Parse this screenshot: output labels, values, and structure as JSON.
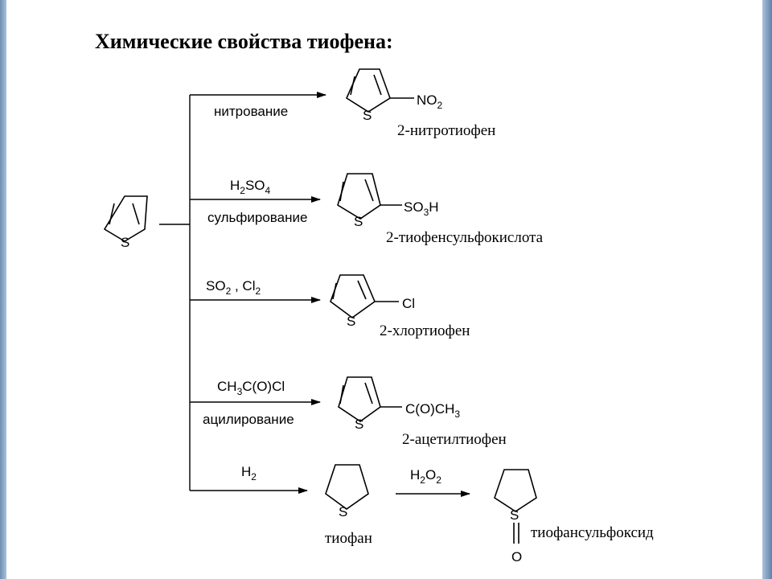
{
  "title": "Химические свойства тиофена:",
  "atoms": {
    "sulfur": "S",
    "oxygen": "O"
  },
  "reactions": [
    {
      "conditions_above": "нитрование",
      "product": {
        "substituent": [
          [
            "NO",
            ""
          ],
          [
            "2",
            "sub"
          ]
        ],
        "name": "2-нитротиофен"
      }
    },
    {
      "conditions_above": [
        [
          "H",
          ""
        ],
        [
          "2",
          "sub"
        ],
        [
          "SO",
          ""
        ],
        [
          "4",
          "sub"
        ]
      ],
      "conditions_below": "сульфирование",
      "product": {
        "substituent": [
          [
            "SO",
            ""
          ],
          [
            "3",
            "sub"
          ],
          [
            "H",
            ""
          ]
        ],
        "name": "2-тиофенсульфокислота"
      }
    },
    {
      "conditions_above": [
        [
          "SO",
          ""
        ],
        [
          "2",
          "sub"
        ],
        [
          " ,  Cl",
          ""
        ],
        [
          "2",
          "sub"
        ]
      ],
      "product": {
        "substituent": [
          [
            "Cl",
            ""
          ]
        ],
        "name": "2-хлортиофен"
      }
    },
    {
      "conditions_above": [
        [
          "CH",
          ""
        ],
        [
          "3",
          "sub"
        ],
        [
          "C(O)Cl",
          ""
        ]
      ],
      "conditions_below": "ацилирование",
      "product": {
        "substituent": [
          [
            "C(O)CH",
            ""
          ],
          [
            "3",
            "sub"
          ]
        ],
        "name": "2-ацетилтиофен"
      }
    },
    {
      "conditions_above": [
        [
          "H",
          ""
        ],
        [
          "2",
          "sub"
        ]
      ],
      "product": {
        "name": "тиофан"
      },
      "second_step": {
        "conditions_above": [
          [
            "H",
            ""
          ],
          [
            "2",
            "sub"
          ],
          [
            "O",
            ""
          ],
          [
            "2",
            "sub"
          ]
        ],
        "product": {
          "name": "тиофансульфоксид"
        }
      }
    }
  ]
}
